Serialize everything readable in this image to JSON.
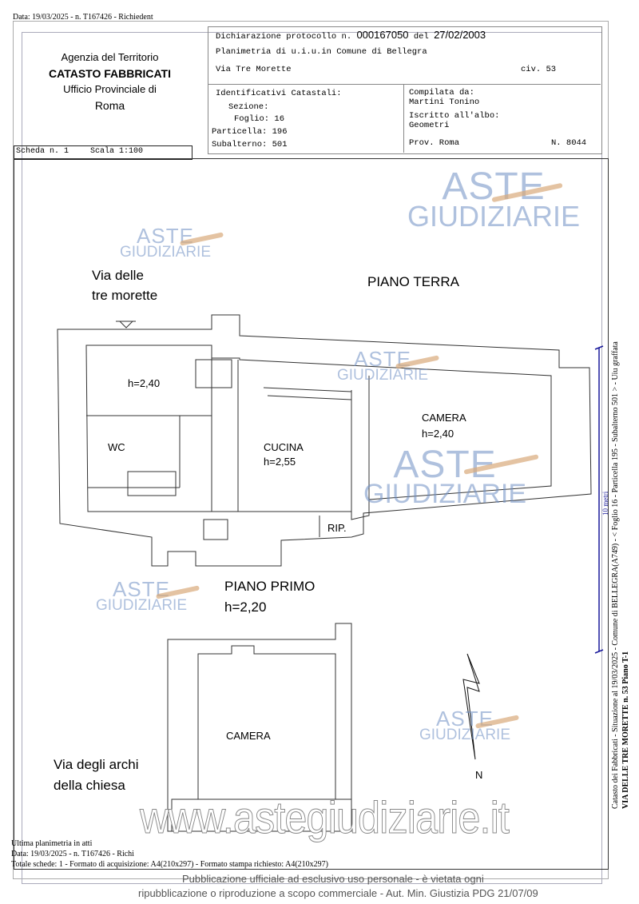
{
  "top_line": "Data: 19/03/2025 - n. T167426 - Richiedent",
  "agency": {
    "line1": "Agenzia del Territorio",
    "line2": "CATASTO FABBRICATI",
    "line3": "Ufficio Provinciale di",
    "line4": "Roma"
  },
  "header": {
    "protocol_label": "Dichiarazione protocollo n.",
    "protocol_number": "000167050",
    "del_label": "del",
    "protocol_date": "27/02/2003",
    "planimetria": "Planimetria di u.i.u.in Comune di Bellegra",
    "street": "Via Tre Morette",
    "civ": "civ. 53",
    "identificativi": "Identificativi Catastali:",
    "sezione": "Sezione:",
    "foglio": "Foglio: 16",
    "particella": "Particella: 196",
    "subalterno": "Subalterno: 501",
    "compilata": "Compilata da:",
    "compilatore": "Martini Tonino",
    "iscritto": "Iscritto all'albo:",
    "albo": "Geometri",
    "prov": "Prov. Roma",
    "numero": "N. 8044"
  },
  "scheda": "Scheda n. 1",
  "scala": "Scala 1:100",
  "plan": {
    "street1_a": "Via delle",
    "street1_b": "tre morette",
    "piano_terra": "PIANO TERRA",
    "room_h240": "h=2,40",
    "wc": "WC",
    "cucina": "CUCINA",
    "cucina_h": "h=2,55",
    "camera1": "CAMERA",
    "camera1_h": "h=2,40",
    "rip": "RIP.",
    "piano_primo": "PIANO  PRIMO",
    "piano_primo_h": "h=2,20",
    "camera2": "CAMERA",
    "street2_a": "Via degli archi",
    "street2_b": "della chiesa",
    "north": "N"
  },
  "side": {
    "line1": "Catasto dei Fabbricati - Situazione al 19/03/2025 - Comune di BELLEGRA(A749) - < Foglio 16 - Particella 195 - Subalterno 501 > - Uiu graffata",
    "line2": "VIA DELLE TRE MORETTE n. 53 Piano T-1",
    "scale_bar": "10 metri"
  },
  "footer": {
    "ultima": "Ultima planimetria in atti",
    "data": "Data: 19/03/2025 - n. T167426 - Richi",
    "totale": "Totale schede: 1 - Formato di acquisizione: A4(210x297) - Formato stampa richiesto: A4(210x297)",
    "notice1": "Pubblicazione ufficiale ad esclusivo uso personale - è vietata ogni",
    "notice2": "ripubblicazione o riproduzione a scopo commerciale - Aut. Min. Giustizia PDG 21/07/09"
  },
  "watermark": {
    "aste": "ASTE",
    "giudiziarie": "GIUDIZIARIE",
    "site": "www.astegiudiziarie.it"
  },
  "colors": {
    "watermark": "#6f8fc4",
    "scale_bar": "#1a1a9c"
  }
}
